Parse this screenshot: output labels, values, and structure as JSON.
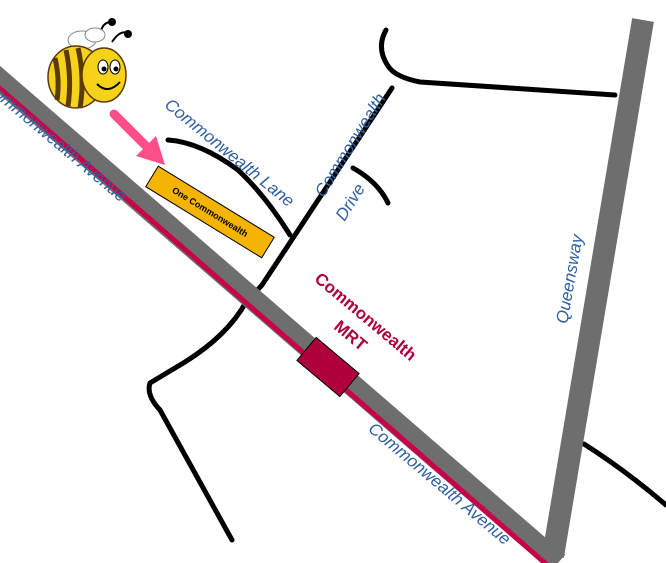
{
  "colors": {
    "road": "#000000",
    "highway": "#6e6e6e",
    "mrt_line": "#c8004a",
    "mrt_station": "#b0003c",
    "street_label": "#2e5fa0",
    "station_label": "#b0003c",
    "building_fill": "#f5b400",
    "pointer_arrow": "#ff4d8a",
    "bee_body": "#f7d21a",
    "bee_stripe": "#5a3a00"
  },
  "icons": {
    "mascot": "bee-icon",
    "pointer": "arrow-icon"
  },
  "labels": {
    "avenue_left": "Commonwealth Avenue",
    "avenue_right": "Commonwealth Avenue",
    "lane": "Commonwealth Lane",
    "drive_line1": "Commonwealth",
    "drive_line2": "Drive",
    "queensway": "Queensway",
    "mrt_line1": "Commonwealth",
    "mrt_line2": "MRT",
    "building": "One Commonwealth"
  }
}
